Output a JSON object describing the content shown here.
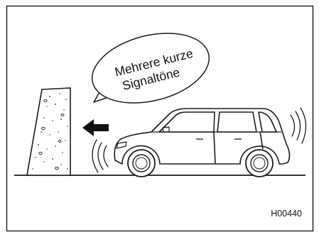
{
  "figure": {
    "speech_bubble": {
      "line1": "Mehrere kurze",
      "line2": "Signaltöne"
    },
    "figure_code": "H00440",
    "icons": [
      "concrete-wall",
      "arrow-left-icon",
      "car-icon",
      "sound-wave-icon"
    ],
    "colors": {
      "line": "#1a1a1a",
      "background": "#ffffff"
    }
  }
}
